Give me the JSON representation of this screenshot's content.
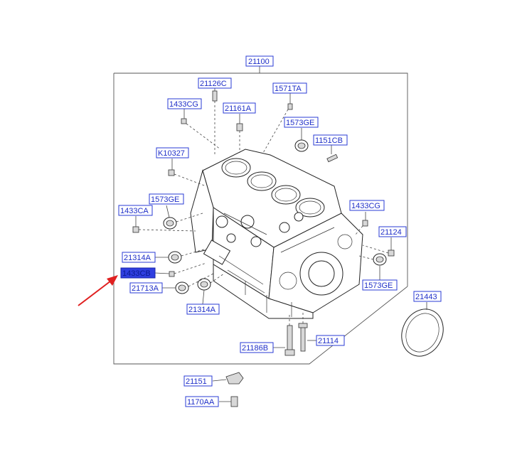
{
  "diagram": {
    "labels": {
      "assembly": "21100",
      "stud_top": "21126C",
      "plug_left_top": "1433CG",
      "pin_top": "21161A",
      "bolt_top_right": "1571TA",
      "cap_top": "1573GE",
      "stud_right": "1151CB",
      "plug_k": "K10327",
      "cap_left": "1573GE",
      "plug_ca": "1433CA",
      "plug_right": "1433CG",
      "dowel_right": "21124",
      "seal_left": "21314A",
      "plug_cb": "1433CB",
      "cap_right": "1573GE",
      "plug_21713": "21713A",
      "seal_lower": "21314A",
      "oil_seal": "21443",
      "bolt_lower_left": "21186B",
      "bolt_lower_right": "21114",
      "bracket": "21151",
      "bracket_bolt": "1170AA"
    },
    "selected_label": "1433CB",
    "colors": {
      "label_border": "#2a3bd6",
      "label_text": "#1f2fc8",
      "selected_fill": "#2f3fe0",
      "arrow": "#e02020"
    },
    "icons": {
      "pointer": "red-arrow-icon"
    }
  }
}
